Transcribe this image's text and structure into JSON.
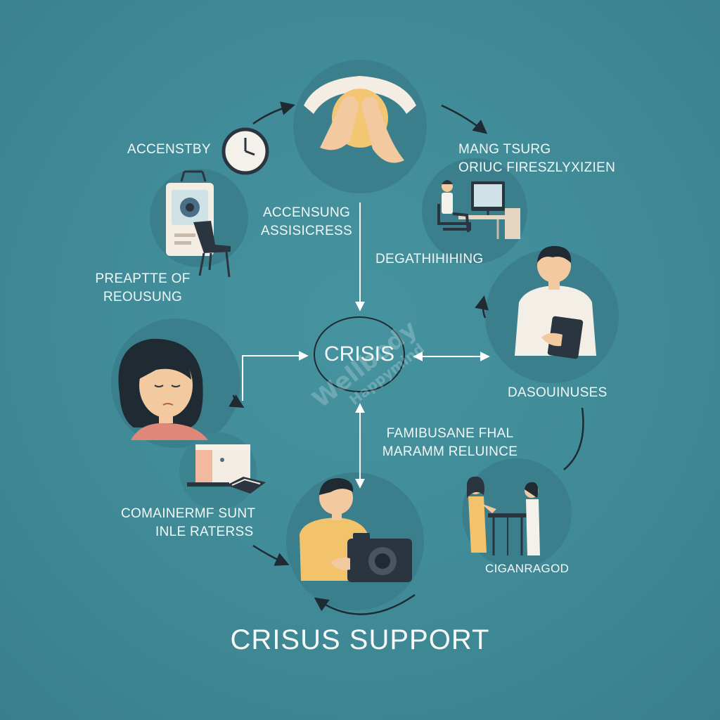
{
  "title": "CRISUS SUPPORT",
  "center": {
    "label": "CRISIS"
  },
  "labels": {
    "top_left": "ACCENSTBY",
    "left_line1": "PREAPTTE OF",
    "left_line2": "REOUSUNG",
    "center_top_line1": "ACCENSUNG",
    "center_top_line2": "ASSISICRESS",
    "top_right_line1": "MANG TSURG",
    "top_right_line2": "ORIUC FIRESZLYXIZIEN",
    "right_middle": "DEGATHIHIHING",
    "right": "DASOUINUSES",
    "center_bottom_line1": "FAMIBUSANE FHAL",
    "center_bottom_line2": "MARAMM RELUINCE",
    "bottom_left_line1": "COMAINERMF SUNT",
    "bottom_left_line2": "INLE RATERSS",
    "bottom_right": "CIGANRAGOD"
  },
  "watermark": {
    "line1": "Wellbody",
    "line2": "Happymind"
  },
  "colors": {
    "background": "#3f8a96",
    "circle_bg": "#3a7f8b",
    "skin": "#f3c9a0",
    "shirt_yellow": "#f3c36b",
    "dark": "#2b3540",
    "line": "#ffffff"
  }
}
